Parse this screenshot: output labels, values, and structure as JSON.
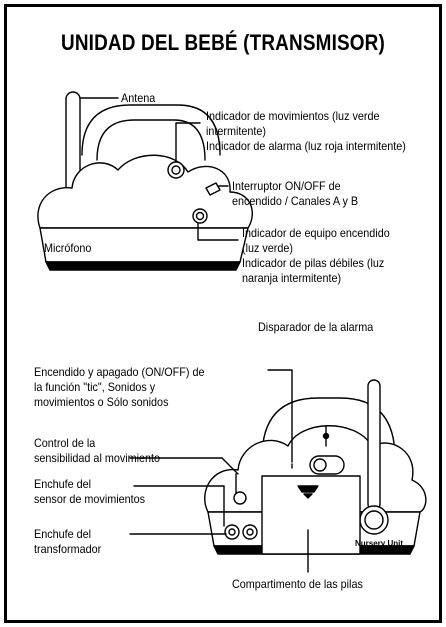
{
  "title": "UNIDAD DEL BEBÉ (TRANSMISOR)",
  "top_device": {
    "antenna": "Antena",
    "microphone": "Micrófono",
    "motion_alarm_indicators": "Indicador de movimientos (luz verde\nintermitente)\nIndicador de alarma (luz roja intermitente)",
    "power_channel_switch": "Interruptor ON/OFF de\nencendido / Canales A y B",
    "power_battery_indicators": "Indicador de equipo encendido\n(luz verde)\nIndicador de pilas débiles (luz\nnaranja intermitente)"
  },
  "bottom_device": {
    "alarm_trigger": "Disparador de la alarma",
    "tic_function_switch": "Encendido y apagado (ON/OFF) de\nla función \"tic\", Sonidos y\nmovimientos o Sólo sonidos",
    "sensitivity_control": "Control de la\nsensibilidad al movimiento",
    "motion_sensor_jack": "Enchufe del\nsensor de movimientos",
    "transformer_jack": "Enchufe del\ntransformador",
    "battery_compartment": "Compartimento de las pilas",
    "unit_label": "Nursery Unit"
  }
}
